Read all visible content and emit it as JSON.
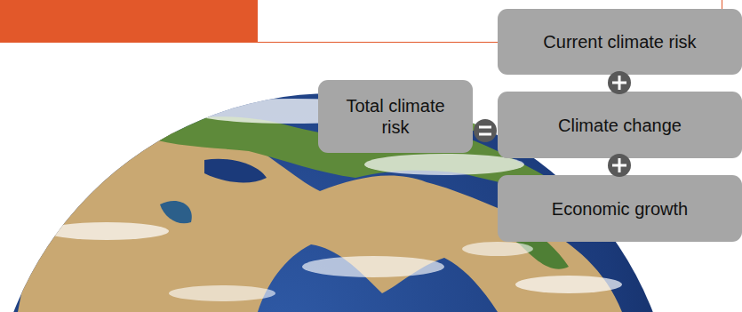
{
  "diagram": {
    "nodes": [
      {
        "text": [
          "Total climate risk"
        ]
      },
      {
        "text": [
          "Current climate risk"
        ]
      },
      {
        "text": [
          "Climate change"
        ]
      },
      {
        "text": [
          "Economic growth"
        ]
      }
    ]
  }
}
